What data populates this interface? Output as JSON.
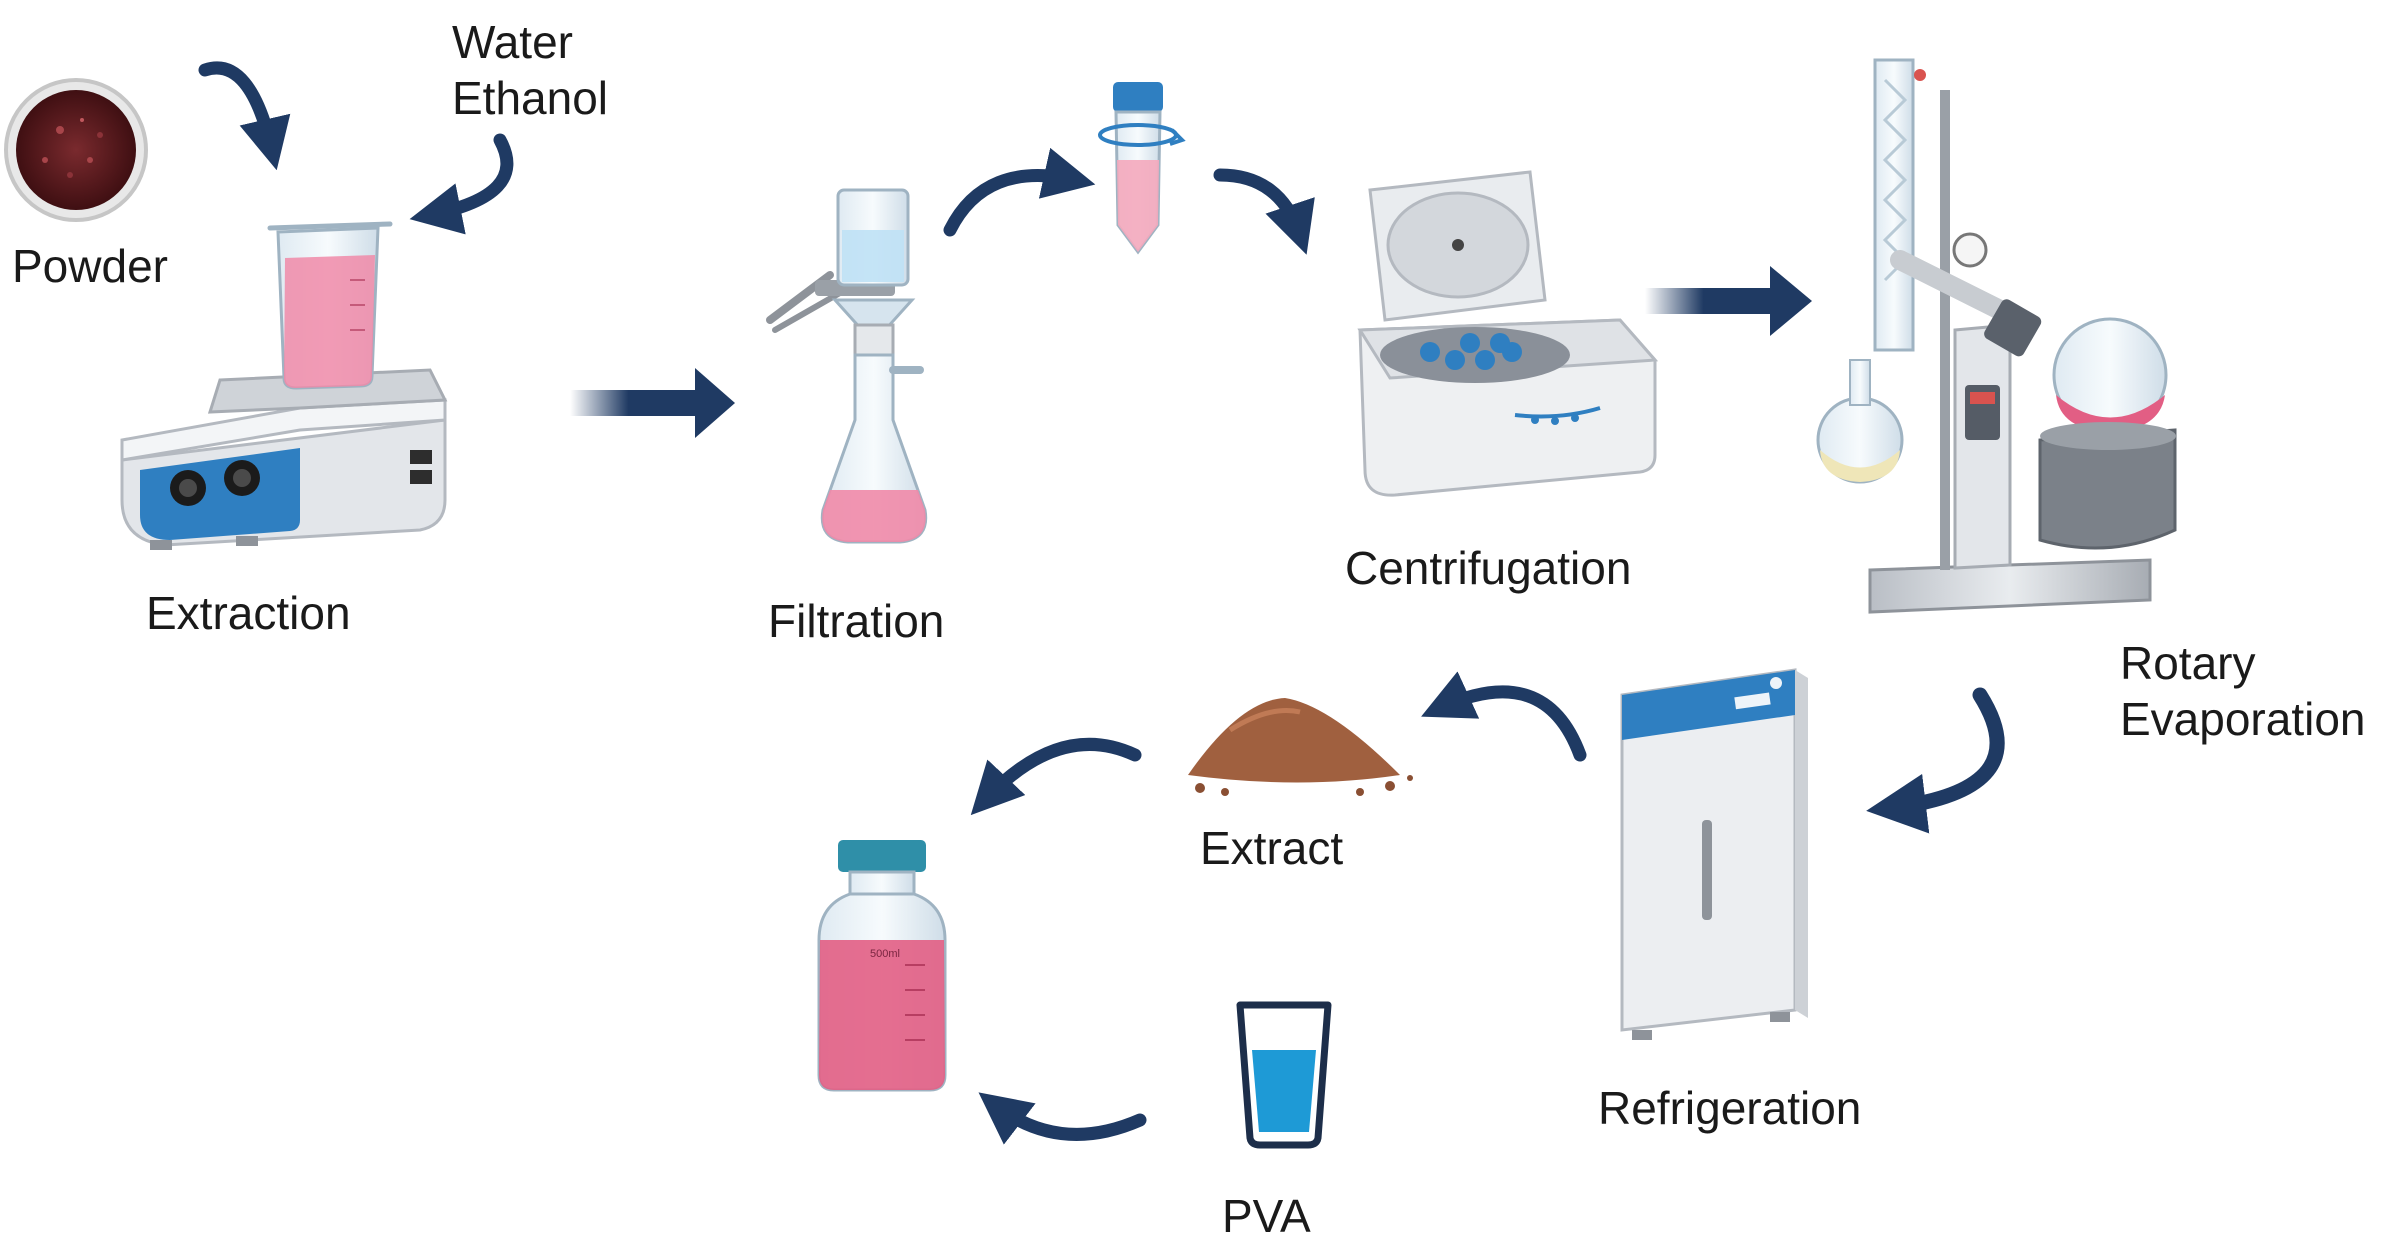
{
  "labels": {
    "powder": "Powder",
    "water": "Water",
    "ethanol": "Ethanol",
    "extraction": "Extraction",
    "filtration": "Filtration",
    "centrifugation": "Centrifugation",
    "rotary_line1": "Rotary",
    "rotary_line2": "Evaporation",
    "refrigeration": "Refrigeration",
    "extract": "Extract",
    "pva": "PVA"
  },
  "bottle_marking": "500ml",
  "colors": {
    "arrow": "#1f3a63",
    "liquid_pink": "#f08aa8",
    "liquid_pink_dark": "#e25e84",
    "accent_blue": "#2f7fc1",
    "equipment_gray": "#cfd3d8",
    "extract_brown": "#a0603f",
    "powder_dark": "#5a1a1e",
    "water_blue": "#1e9ad6"
  },
  "steps": [
    "Powder",
    "Extraction",
    "Filtration",
    "Centrifugation",
    "Rotary Evaporation",
    "Refrigeration",
    "Extract",
    "PVA"
  ]
}
